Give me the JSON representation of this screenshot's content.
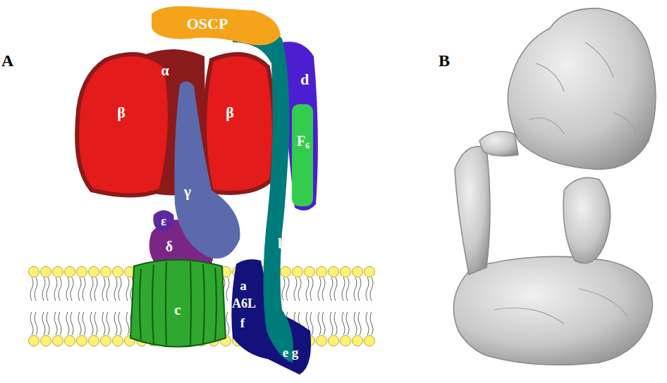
{
  "diagram": {
    "labels": [
      "A",
      "B",
      "OSCP",
      "α",
      "β",
      "β",
      "d",
      "F₆",
      "γ",
      "ε",
      "δ",
      "b",
      "c",
      "a",
      "A6L",
      "f",
      "e g"
    ]
  }
}
